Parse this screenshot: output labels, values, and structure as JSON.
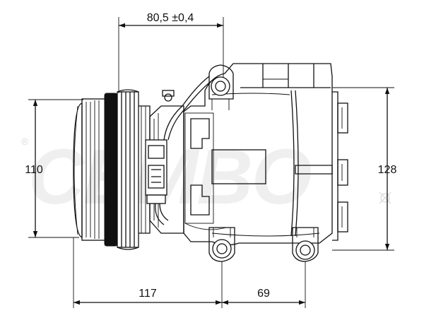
{
  "drawing": {
    "watermark_text": "CEMBO",
    "watermark_mark": "®",
    "dimensions": {
      "top_width": "80,5 ±0,4",
      "left_height": "110",
      "right_height": "128",
      "bottom_left": "117",
      "bottom_right": "69"
    }
  }
}
